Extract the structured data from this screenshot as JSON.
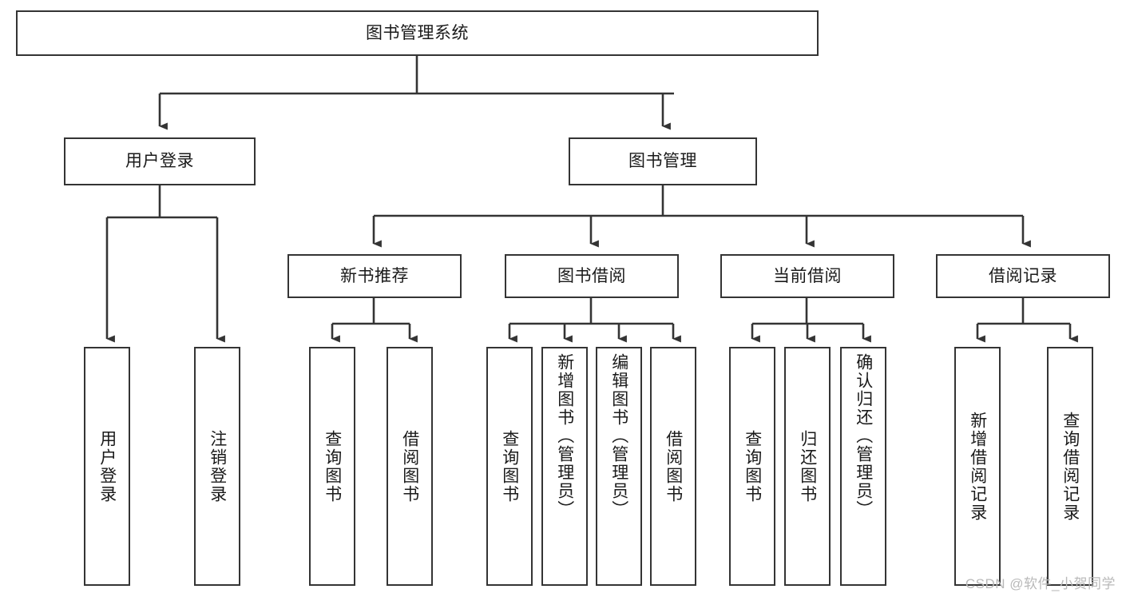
{
  "diagram": {
    "title_box": {
      "label": "图书管理系统"
    },
    "level2": [
      {
        "label": "用户登录"
      },
      {
        "label": "图书管理"
      }
    ],
    "level3": [
      {
        "label": "新书推荐"
      },
      {
        "label": "图书借阅"
      },
      {
        "label": "当前借阅"
      },
      {
        "label": "借阅记录"
      }
    ],
    "leaves": {
      "user_login": [
        {
          "label": "用户登录"
        },
        {
          "label": "注销登录"
        }
      ],
      "new_book": [
        {
          "label": "查询图书"
        },
        {
          "label": "借阅图书"
        }
      ],
      "book_borrow": [
        {
          "label": "查询图书"
        },
        {
          "label": "新增图书（管理员）"
        },
        {
          "label": "编辑图书（管理员）"
        },
        {
          "label": "借阅图书"
        }
      ],
      "current_borrow": [
        {
          "label": "查询图书"
        },
        {
          "label": "归还图书"
        },
        {
          "label": "确认归还（管理员）"
        }
      ],
      "borrow_record": [
        {
          "label": "新增借阅记录"
        },
        {
          "label": "查询借阅记录"
        }
      ]
    }
  },
  "watermark": {
    "text": "CSDN @软件_小贺同学"
  },
  "colors": {
    "stroke": "#343434",
    "fill": "#ffffff",
    "text": "#1a1a1a",
    "watermark": "#b9b9b9"
  }
}
